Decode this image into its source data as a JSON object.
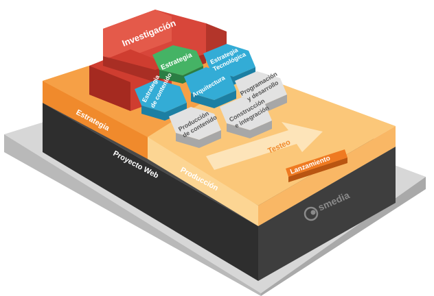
{
  "diagram": {
    "labels": {
      "investigacion": "Investigación",
      "estrategia_hex": "Estrategia",
      "estrategia_tecnologica_1": "Estrategia",
      "estrategia_tecnologica_2": "Tecnológica",
      "estrategia_contenido_1": "Estrategia",
      "estrategia_contenido_2": "de contenido",
      "arquitectura": "Arquitectura",
      "programacion_1": "Programación",
      "programacion_2": "y desarrollo",
      "produccion_contenido_1": "Producción",
      "produccion_contenido_2": "de contenido",
      "construccion_1": "Construcción",
      "construccion_2": "e integración",
      "testeo": "Testeo",
      "lanzamiento": "Lanzamiento",
      "estrategia_layer": "Estrategia",
      "proyecto_web": "Proyecto Web",
      "produccion_layer": "Producción"
    },
    "logo_text": "smedia",
    "colors": {
      "orange": "#f08a2c",
      "light_orange": "#fbc67a",
      "dark": "#3b3b3b",
      "gray_base": "#c9c9c9",
      "red": "#c6392c",
      "green": "#3aa55a",
      "blue": "#2ba3cf",
      "hex_gray": "#dcdcdc",
      "lanzamiento": "#ef7a21"
    }
  }
}
